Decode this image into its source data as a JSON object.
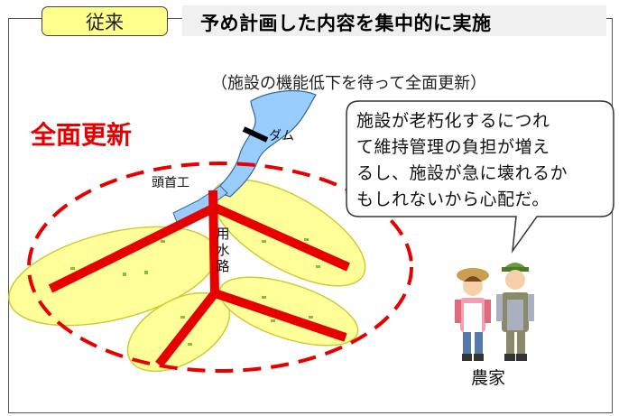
{
  "header": {
    "tag": "従来",
    "title": "予め計画した内容を集中的に実施"
  },
  "note": "（施設の機能低下を待って全面更新）",
  "diagram": {
    "main_label": "全面更新",
    "dam_label": "ダム",
    "headworks_label": "頭首工",
    "canal_label_chars": [
      "用",
      "水",
      "路"
    ],
    "farmers_label": "農家"
  },
  "speech_bubble": {
    "lines": [
      "施設が老朽化するにつれ",
      "て維持管理の負担が増え",
      "るし、施設が急に壊れるか",
      "もしれないから心配だ。"
    ]
  },
  "colors": {
    "accent_red": "#e60000",
    "field_yellow": "#ffff99",
    "water_blue": "#99ccff",
    "tag_yellow": "#ffff8c"
  }
}
